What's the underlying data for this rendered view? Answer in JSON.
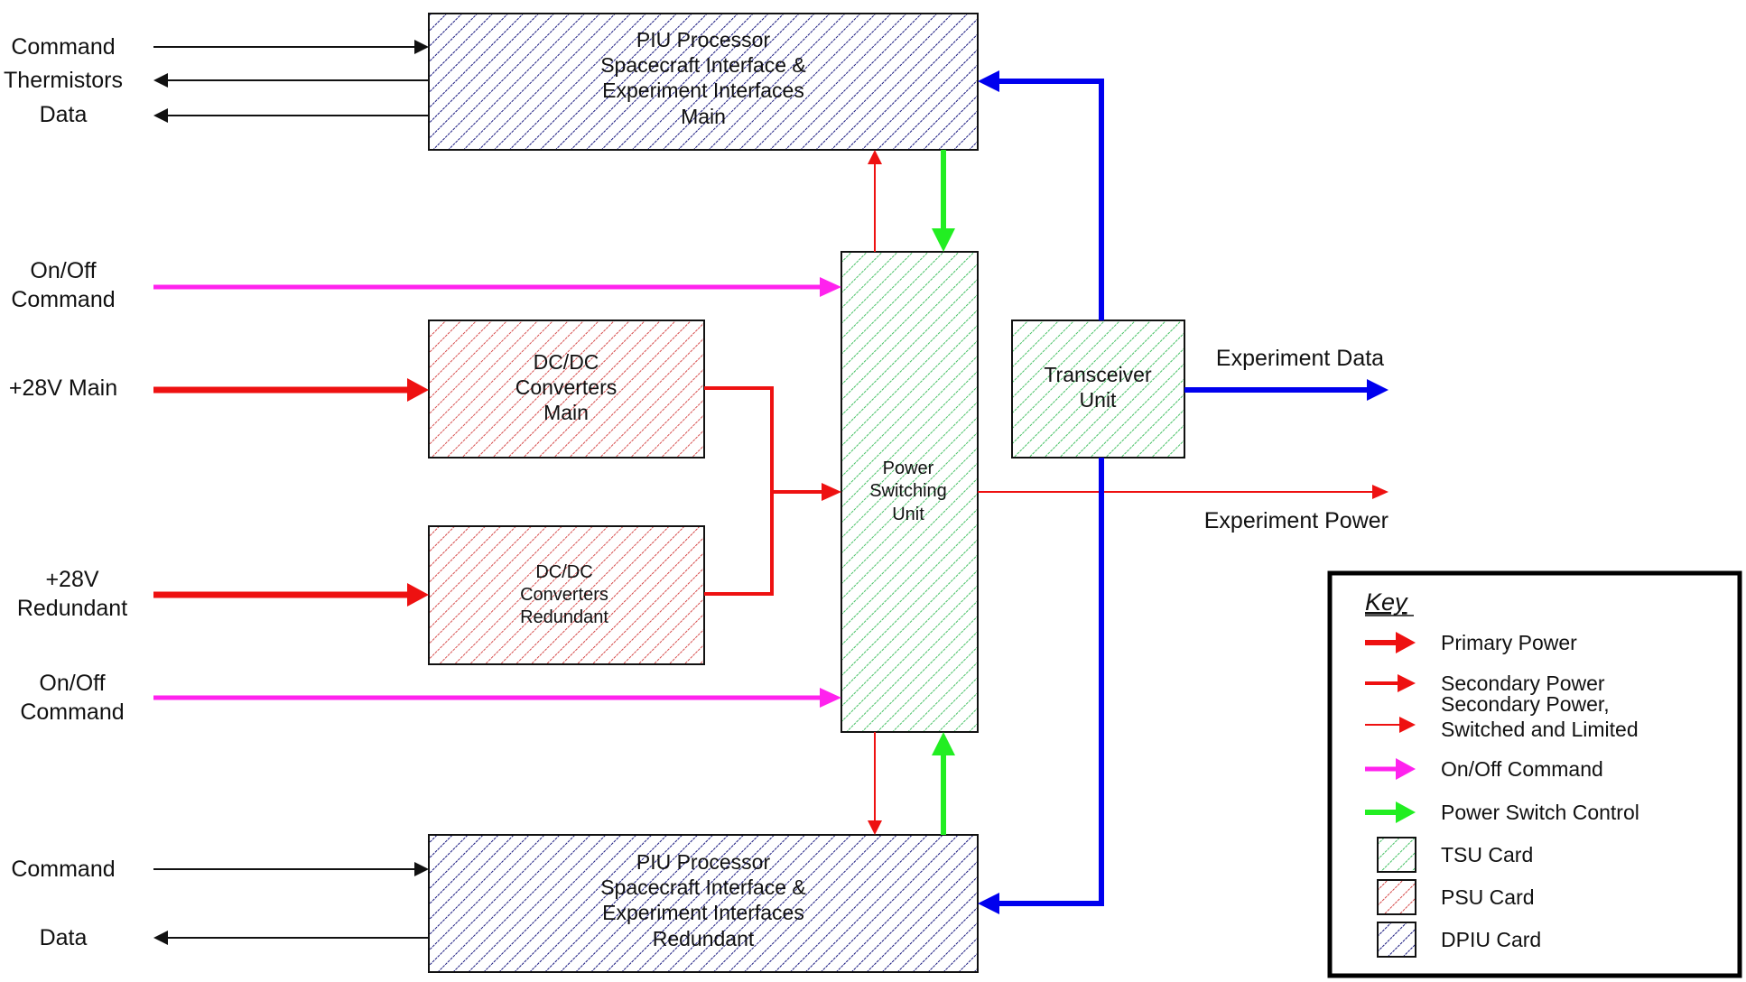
{
  "colors": {
    "primary_power": "#ee1111",
    "secondary_power": "#ee1111",
    "on_off_command": "#ff22ee",
    "power_switch_control": "#22ee22",
    "data_link": "#0000ee",
    "signal": "#111111",
    "tsu_hatch": "#33bb55",
    "psu_hatch": "#cc2222",
    "dpiu_hatch": "#1a1a80"
  },
  "blocks": {
    "piu_main": {
      "lines": [
        "PIU Processor",
        "Spacecraft Interface &",
        "Experiment Interfaces",
        "Main"
      ],
      "card": "DPIU"
    },
    "piu_redundant": {
      "lines": [
        "PIU Processor",
        "Spacecraft Interface &",
        "Experiment Interfaces",
        "Redundant"
      ],
      "card": "DPIU"
    },
    "dcdc_main": {
      "lines": [
        "DC/DC",
        "Converters",
        "Main"
      ],
      "card": "PSU"
    },
    "dcdc_redundant": {
      "lines": [
        "DC/DC",
        "Converters",
        "Redundant"
      ],
      "card": "PSU"
    },
    "power_switching_unit": {
      "lines": [
        "Power",
        "Switching",
        "Unit"
      ],
      "card": "TSU"
    },
    "transceiver_unit": {
      "lines": [
        "Transceiver",
        "Unit"
      ],
      "card": "TSU"
    }
  },
  "signals": {
    "top_command": "Command",
    "top_thermistors": "Thermistors",
    "top_data": "Data",
    "on_off_1": [
      "On/Off",
      "Command"
    ],
    "v28_main": "+28V Main",
    "v28_redundant": [
      "+28V",
      "Redundant"
    ],
    "on_off_2": [
      "On/Off",
      "Command"
    ],
    "bottom_command": "Command",
    "bottom_data": "Data",
    "experiment_data": "Experiment Data",
    "experiment_power": "Experiment Power"
  },
  "key": {
    "title": "Key",
    "items": [
      {
        "type": "arrow",
        "style": "primary_power",
        "lines": [
          "Primary Power"
        ]
      },
      {
        "type": "arrow",
        "style": "secondary_power",
        "lines": [
          "Secondary Power"
        ]
      },
      {
        "type": "arrow",
        "style": "secondary_switched",
        "lines": [
          "Secondary Power,",
          "Switched and Limited"
        ]
      },
      {
        "type": "arrow",
        "style": "on_off_command",
        "lines": [
          "On/Off Command"
        ]
      },
      {
        "type": "arrow",
        "style": "power_switch_control",
        "lines": [
          "Power Switch Control"
        ]
      },
      {
        "type": "swatch",
        "style": "tsu",
        "lines": [
          "TSU Card"
        ]
      },
      {
        "type": "swatch",
        "style": "psu",
        "lines": [
          "PSU Card"
        ]
      },
      {
        "type": "swatch",
        "style": "dpiu",
        "lines": [
          "DPIU Card"
        ]
      }
    ]
  }
}
